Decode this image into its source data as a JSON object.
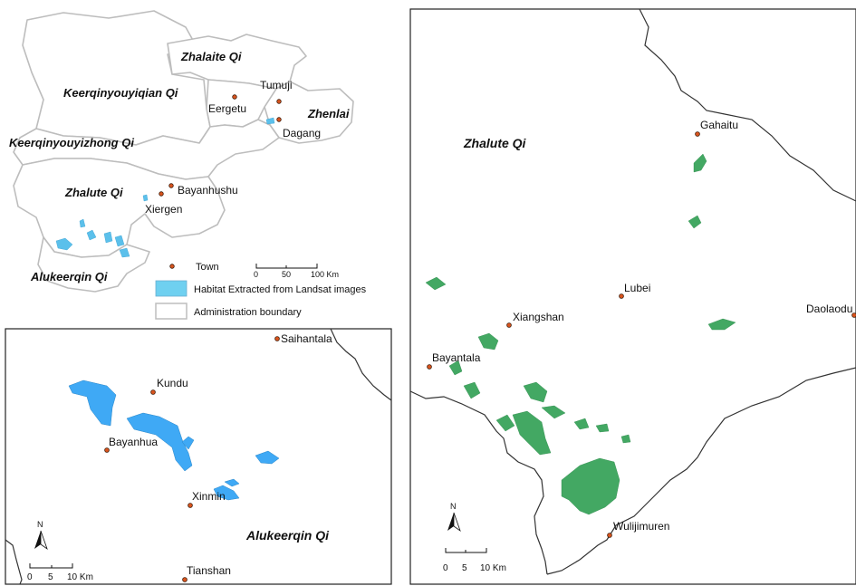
{
  "overview_map": {
    "regions": [
      "Zhalaite Qi",
      "Keerqinyouyiqian Qi",
      "Zhenlai",
      "Keerqinyouyizhong Qi",
      "Zhalute Qi",
      "Alukeerqin Qi"
    ],
    "towns": [
      "Tumuji",
      "Eergetu",
      "Dagang",
      "Bayanhushu",
      "Xiergen"
    ],
    "scalebar": {
      "ticks": [
        "0",
        "50",
        "100 Km"
      ]
    }
  },
  "legend": {
    "town": "Town",
    "habitat": "Habitat Extracted from Landsat images",
    "boundary": "Administration boundary",
    "colors": {
      "town": "#d9541e",
      "habitat": "#6fd0f0",
      "boundary": "#bdbdbd"
    }
  },
  "inset_left": {
    "region": "Alukeerqin Qi",
    "towns": [
      "Saihantala",
      "Kundu",
      "Bayanhua",
      "Xinmin",
      "Tianshan"
    ],
    "north_label": "N",
    "scalebar": {
      "ticks": [
        "0",
        "5",
        "10 Km"
      ]
    },
    "habitat_color": "#3fa9f5"
  },
  "inset_right": {
    "region": "Zhalute Qi",
    "towns": [
      "Gahaitu",
      "Lubei",
      "Xiangshan",
      "Daolaodu",
      "Bayantala",
      "Wulijimuren"
    ],
    "north_label": "N",
    "scalebar": {
      "ticks": [
        "0",
        "5",
        "10 Km"
      ]
    },
    "habitat_color": "#43a863"
  }
}
